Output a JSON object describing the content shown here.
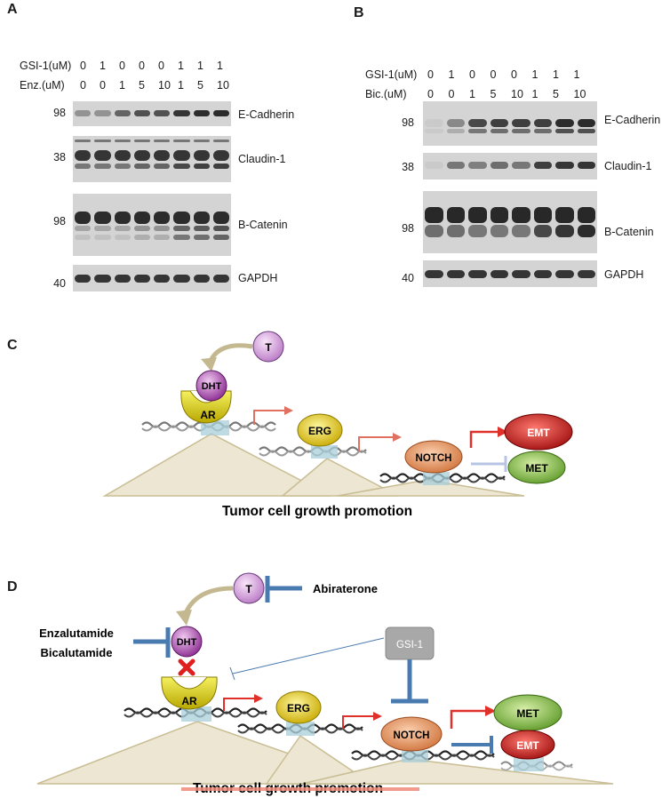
{
  "panel_a": {
    "letter": "A",
    "row1_label": "GSI-1(uM)",
    "row1_values": [
      "0",
      "1",
      "0",
      "0",
      "0",
      "1",
      "1",
      "1"
    ],
    "row2_label": "Enz.(uM)",
    "row2_values": [
      "0",
      "0",
      "1",
      "5",
      "10",
      "1",
      "5",
      "10"
    ],
    "blots": [
      {
        "mw": "98",
        "name": "E-Cadherin"
      },
      {
        "mw": "38",
        "name": "Claudin-1"
      },
      {
        "mw": "98",
        "name": "B-Catenin"
      },
      {
        "mw": "40",
        "name": "GAPDH"
      }
    ]
  },
  "panel_b": {
    "letter": "B",
    "row1_label": "GSI-1(uM)",
    "row1_values": [
      "0",
      "1",
      "0",
      "0",
      "0",
      "1",
      "1",
      "1"
    ],
    "row2_label": "Bic.(uM)",
    "row2_values": [
      "0",
      "0",
      "1",
      "5",
      "10",
      "1",
      "5",
      "10"
    ],
    "blots": [
      {
        "mw": "98",
        "name": "E-Cadherin"
      },
      {
        "mw": "38",
        "name": "Claudin-1"
      },
      {
        "mw": "98",
        "name": "B-Catenin"
      },
      {
        "mw": "40",
        "name": "GAPDH"
      }
    ]
  },
  "panel_c": {
    "letter": "C",
    "nodes": {
      "t": "T",
      "dht": "DHT",
      "ar": "AR",
      "erg": "ERG",
      "notch": "NOTCH",
      "emt": "EMT",
      "met": "MET"
    },
    "caption": "Tumor cell growth promotion"
  },
  "panel_d": {
    "letter": "D",
    "nodes": {
      "t": "T",
      "dht": "DHT",
      "ar": "AR",
      "erg": "ERG",
      "notch": "NOTCH",
      "met": "MET",
      "emt": "EMT",
      "gsi": "GSI-1"
    },
    "inhibitors": {
      "abiraterone": "Abiraterone",
      "enzalutamide": "Enzalutamide",
      "bicalutamide": "Bicalutamide"
    },
    "caption": "Tumor cell growth promotion"
  },
  "colors": {
    "blot_bg": "#d4d4d4",
    "band": "#2a2a2a",
    "triangle_fill": "#ece6d2",
    "triangle_stroke": "#c9bd94",
    "arrow_red": "#e0302a",
    "inhibit_blue": "#4a7bb0",
    "strike": "#f08a78"
  }
}
